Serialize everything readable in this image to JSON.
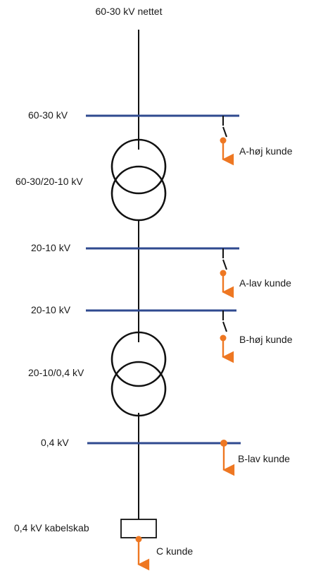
{
  "network_label": "60-30 kV nettet",
  "buses": [
    {
      "label": "60-30 kV"
    },
    {
      "label": "20-10 kV"
    },
    {
      "label": "20-10 kV"
    },
    {
      "label": "0,4 kV"
    }
  ],
  "transformers": [
    {
      "label": "60-30/20-10 kV"
    },
    {
      "label": "20-10/0,4 kV"
    }
  ],
  "customers": [
    {
      "label": "A-høj kunde"
    },
    {
      "label": "A-lav kunde"
    },
    {
      "label": "B-høj kunde"
    },
    {
      "label": "B-lav kunde"
    },
    {
      "label": "C kunde"
    }
  ],
  "cabinet_label": "0,4 kV kabelskab",
  "colors": {
    "bus": "#2f4a8f",
    "customer_feed": "#ee7722",
    "line": "#111111"
  }
}
